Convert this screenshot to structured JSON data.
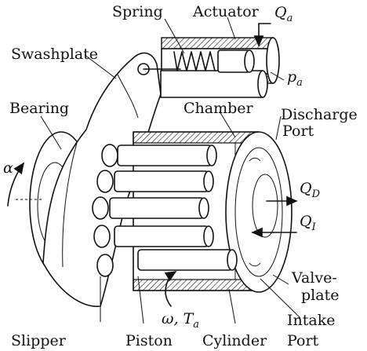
{
  "labels": {
    "spring": "Spring",
    "actuator": "Actuator",
    "swashplate": "Swashplate",
    "bearing": "Bearing",
    "chamber": "Chamber",
    "discharge": "Discharge",
    "port_discharge": "Port",
    "valve": "Valve-",
    "plate": "plate",
    "intake": "Intake",
    "port_intake": "Port",
    "slipper": "Slipper",
    "piston": "Piston",
    "cylinder": "Cylinder"
  },
  "symbols": {
    "Q": "Q",
    "Qa_sub": "a",
    "p": "p",
    "pa_sub": "a",
    "QD_sub": "D",
    "QI_sub": "I",
    "alpha": "α",
    "omega_T": "ω, T",
    "Ta_sub": "a"
  }
}
